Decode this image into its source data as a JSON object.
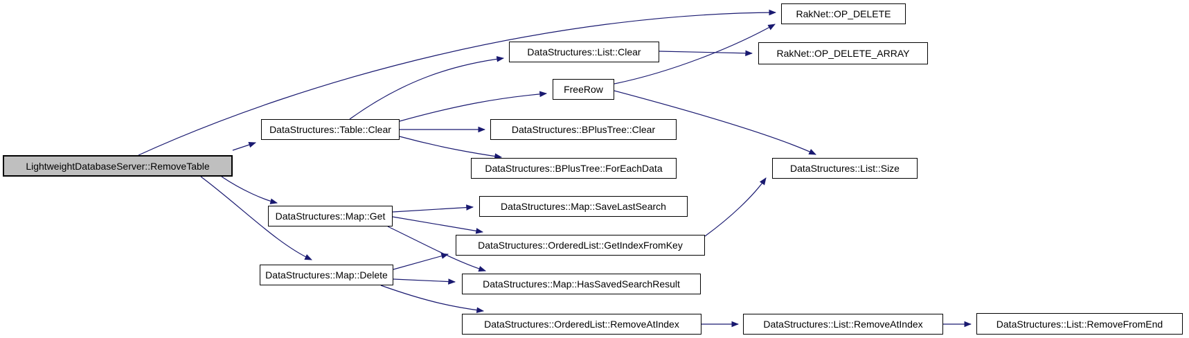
{
  "diagram": {
    "kind": "call-graph",
    "colors": {
      "edge": "#191970",
      "node_fill": "#ffffff",
      "root_fill": "#bfbfbf",
      "border": "#000000",
      "background": "#ffffff"
    }
  },
  "nodes": [
    {
      "id": "remove-table",
      "label": "LightweightDatabaseServer::RemoveTable",
      "root": true
    },
    {
      "id": "op-delete",
      "label": "RakNet::OP_DELETE"
    },
    {
      "id": "op-delete-array",
      "label": "RakNet::OP_DELETE_ARRAY"
    },
    {
      "id": "list-clear",
      "label": "DataStructures::List::Clear"
    },
    {
      "id": "free-row",
      "label": "FreeRow"
    },
    {
      "id": "table-clear",
      "label": "DataStructures::Table::Clear"
    },
    {
      "id": "bplustree-clear",
      "label": "DataStructures::BPlusTree::Clear"
    },
    {
      "id": "bplustree-foreachdata",
      "label": "DataStructures::BPlusTree::ForEachData"
    },
    {
      "id": "list-size",
      "label": "DataStructures::List::Size"
    },
    {
      "id": "map-get",
      "label": "DataStructures::Map::Get"
    },
    {
      "id": "map-savelastsearch",
      "label": "DataStructures::Map::SaveLastSearch"
    },
    {
      "id": "orderedlist-getindexfromkey",
      "label": "DataStructures::OrderedList::GetIndexFromKey"
    },
    {
      "id": "map-delete",
      "label": "DataStructures::Map::Delete"
    },
    {
      "id": "map-hassavedsearchresult",
      "label": "DataStructures::Map::HasSavedSearchResult"
    },
    {
      "id": "orderedlist-removeatindex",
      "label": "DataStructures::OrderedList::RemoveAtIndex"
    },
    {
      "id": "list-removeatindex",
      "label": "DataStructures::List::RemoveAtIndex"
    },
    {
      "id": "list-removefromend",
      "label": "DataStructures::List::RemoveFromEnd"
    }
  ],
  "edges": [
    {
      "from": "remove-table",
      "to": "op-delete"
    },
    {
      "from": "remove-table",
      "to": "table-clear"
    },
    {
      "from": "remove-table",
      "to": "map-get"
    },
    {
      "from": "remove-table",
      "to": "map-delete"
    },
    {
      "from": "table-clear",
      "to": "list-clear"
    },
    {
      "from": "table-clear",
      "to": "free-row"
    },
    {
      "from": "table-clear",
      "to": "bplustree-clear"
    },
    {
      "from": "table-clear",
      "to": "bplustree-foreachdata"
    },
    {
      "from": "list-clear",
      "to": "op-delete-array"
    },
    {
      "from": "free-row",
      "to": "op-delete"
    },
    {
      "from": "free-row",
      "to": "list-size"
    },
    {
      "from": "map-get",
      "to": "map-savelastsearch"
    },
    {
      "from": "map-get",
      "to": "orderedlist-getindexfromkey"
    },
    {
      "from": "map-get",
      "to": "map-hassavedsearchresult"
    },
    {
      "from": "map-delete",
      "to": "orderedlist-getindexfromkey"
    },
    {
      "from": "map-delete",
      "to": "map-hassavedsearchresult"
    },
    {
      "from": "map-delete",
      "to": "orderedlist-removeatindex"
    },
    {
      "from": "orderedlist-getindexfromkey",
      "to": "list-size"
    },
    {
      "from": "orderedlist-removeatindex",
      "to": "list-removeatindex"
    },
    {
      "from": "list-removeatindex",
      "to": "list-removefromend"
    }
  ]
}
